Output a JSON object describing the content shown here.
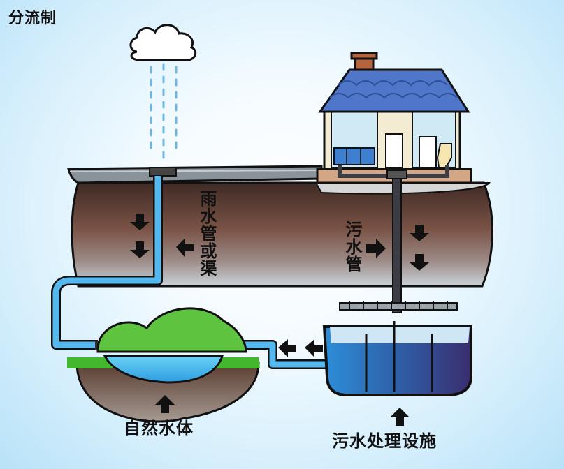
{
  "title": "分流制",
  "labels": {
    "rain_pipe": "雨水管或渠",
    "sewage_pipe": "污水管",
    "natural_water": "自然水体",
    "treatment_plant": "污水处理设施"
  },
  "colors": {
    "rain_pipe": "#55b8ee",
    "sewage_pipe": "#3c3c44",
    "water": "#48b9ec",
    "soil": "#6e4b3e",
    "grass": "#43b82e",
    "roof": "#4f76c8",
    "house_wall": "#f3ecd2",
    "outline": "#111111"
  },
  "icons": [
    "cloud-icon",
    "arrow-down-icon",
    "arrow-left-icon",
    "arrow-right-icon",
    "arrow-up-icon"
  ]
}
